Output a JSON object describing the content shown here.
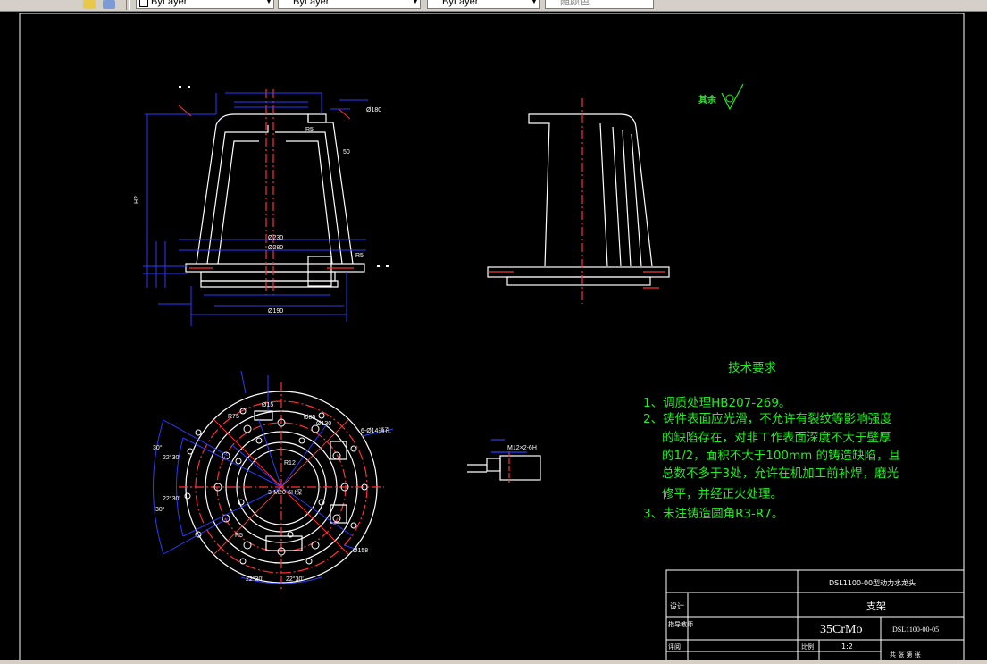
{
  "toolbar": {
    "linetype_value": "ByLayer",
    "lineweight_value": "ByLayer",
    "color_value": "ByLayer",
    "plotstyle_value": "随颜色"
  },
  "drawing": {
    "title_block": {
      "assembly_name": "DSL1100-00型动力水龙头",
      "part_name": "支架",
      "material": "35CrMo",
      "drawing_number": "DSL1100-00-05",
      "label_design": "设计",
      "label_instructor": "指导教师",
      "label_review": "评阅",
      "label_scale": "比例",
      "scale_value": "1:2",
      "sheets": "共  张  第  张"
    },
    "tech_req": {
      "heading": "技术要求",
      "line1": "1、调质处理HB207-269。",
      "line2": "2、铸件表面应光滑，不允许有裂纹等影响强度",
      "line3": "的缺陷存在，对非工作表面深度不大于壁厚",
      "line4": "的1/2，面积不大于100mm  的铸造缺陷，且",
      "line5": "总数不多于3处，允许在机加工前补焊，磨光",
      "line6": "修平，并经正火处理。",
      "line7": "3、未注铸造圆角R3-R7。"
    },
    "roughness_note": "其余",
    "annotations": {
      "thread_hole": "M12×2-6H",
      "front_radius": "R5",
      "front_radius2": "R5",
      "dim_230": "Ø230",
      "dim_280": "Ø280",
      "dim_190": "Ø190",
      "dim_50": "50",
      "plan_r5": "R5",
      "plan_r75": "R75",
      "plan_d85": "Ø85",
      "plan_d130": "Ø130",
      "plan_holes": "6-Ø14通孔",
      "plan_d158": "Ø158",
      "plan_d15": "Ø15",
      "plan_m20": "3-M20-6H深",
      "plan_r12": "R12",
      "plan_ang1": "30°",
      "plan_ang2": "22°30'",
      "plan_ang3": "22°30'",
      "plan_ang4": "30°",
      "plan_ang5": "22°30'",
      "plan_ang6": "22°30'"
    }
  }
}
